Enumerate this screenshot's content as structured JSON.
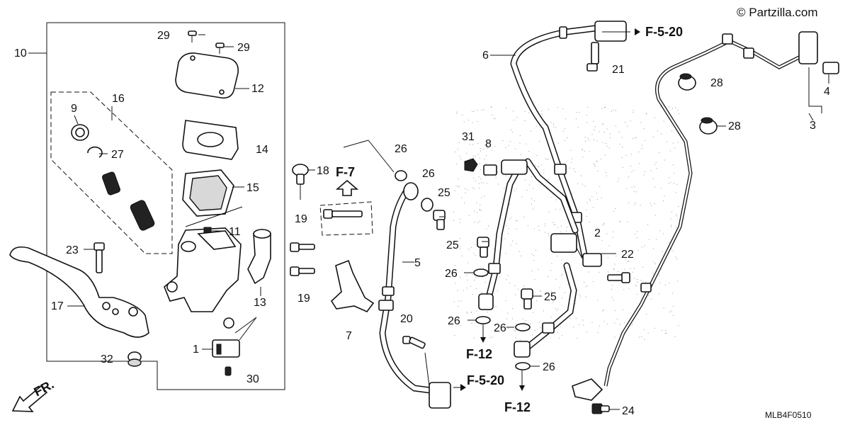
{
  "copyright": "© Partzilla.com",
  "diagram_code": "MLB4F0510",
  "direction_label": "FR.",
  "callouts": [
    {
      "id": "c1",
      "text": "1"
    },
    {
      "id": "c2",
      "text": "2"
    },
    {
      "id": "c3",
      "text": "3"
    },
    {
      "id": "c4",
      "text": "4"
    },
    {
      "id": "c5",
      "text": "5"
    },
    {
      "id": "c6",
      "text": "6"
    },
    {
      "id": "c7",
      "text": "7"
    },
    {
      "id": "c8",
      "text": "8"
    },
    {
      "id": "c9",
      "text": "9"
    },
    {
      "id": "c10",
      "text": "10"
    },
    {
      "id": "c11",
      "text": "11"
    },
    {
      "id": "c12",
      "text": "12"
    },
    {
      "id": "c13",
      "text": "13"
    },
    {
      "id": "c14",
      "text": "14"
    },
    {
      "id": "c15",
      "text": "15"
    },
    {
      "id": "c16",
      "text": "16"
    },
    {
      "id": "c17",
      "text": "17"
    },
    {
      "id": "c18",
      "text": "18"
    },
    {
      "id": "c19a",
      "text": "19"
    },
    {
      "id": "c19b",
      "text": "19"
    },
    {
      "id": "c20",
      "text": "20"
    },
    {
      "id": "c21",
      "text": "21"
    },
    {
      "id": "c22",
      "text": "22"
    },
    {
      "id": "c23",
      "text": "23"
    },
    {
      "id": "c24",
      "text": "24"
    },
    {
      "id": "c25a",
      "text": "25"
    },
    {
      "id": "c25b",
      "text": "25"
    },
    {
      "id": "c25c",
      "text": "25"
    },
    {
      "id": "c26a",
      "text": "26"
    },
    {
      "id": "c26b",
      "text": "26"
    },
    {
      "id": "c26c",
      "text": "26"
    },
    {
      "id": "c26d",
      "text": "26"
    },
    {
      "id": "c26e",
      "text": "26"
    },
    {
      "id": "c26f",
      "text": "26"
    },
    {
      "id": "c27",
      "text": "27"
    },
    {
      "id": "c28a",
      "text": "28"
    },
    {
      "id": "c28b",
      "text": "28"
    },
    {
      "id": "c29a",
      "text": "29"
    },
    {
      "id": "c29b",
      "text": "29"
    },
    {
      "id": "c30",
      "text": "30"
    },
    {
      "id": "c31",
      "text": "31"
    },
    {
      "id": "c32",
      "text": "32"
    }
  ],
  "references": [
    {
      "id": "r1",
      "text": "F-5-20"
    },
    {
      "id": "r2",
      "text": "F-7"
    },
    {
      "id": "r3",
      "text": "F-12"
    },
    {
      "id": "r4",
      "text": "F-5-20"
    },
    {
      "id": "r5",
      "text": "F-12"
    }
  ]
}
